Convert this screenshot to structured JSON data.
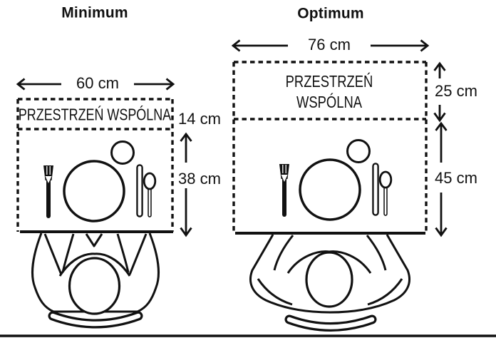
{
  "page": {
    "background_color": "#ffffff",
    "line_color": "#111111"
  },
  "diagrams": [
    {
      "title": "Minimum",
      "width_label": "60 cm",
      "common_space_label": "PRZESTRZEŃ WSPÓLNA",
      "common_space_depth_label": "14 cm",
      "place_setting_depth_label": "38 cm",
      "icons": [
        "fork-icon",
        "plate-icon",
        "glass-icon",
        "knife-icon",
        "spoon-icon",
        "diner-top-view-icon",
        "chair-icon"
      ]
    },
    {
      "title": "Optimum",
      "width_label": "76 cm",
      "common_space_label_line1": "PRZESTRZEŃ",
      "common_space_label_line2": "WSPÓLNA",
      "common_space_depth_label": "25 cm",
      "place_setting_depth_label": "45 cm",
      "icons": [
        "fork-icon",
        "plate-icon",
        "glass-icon",
        "knife-icon",
        "spoon-icon",
        "diner-top-view-icon",
        "chair-icon"
      ]
    }
  ]
}
